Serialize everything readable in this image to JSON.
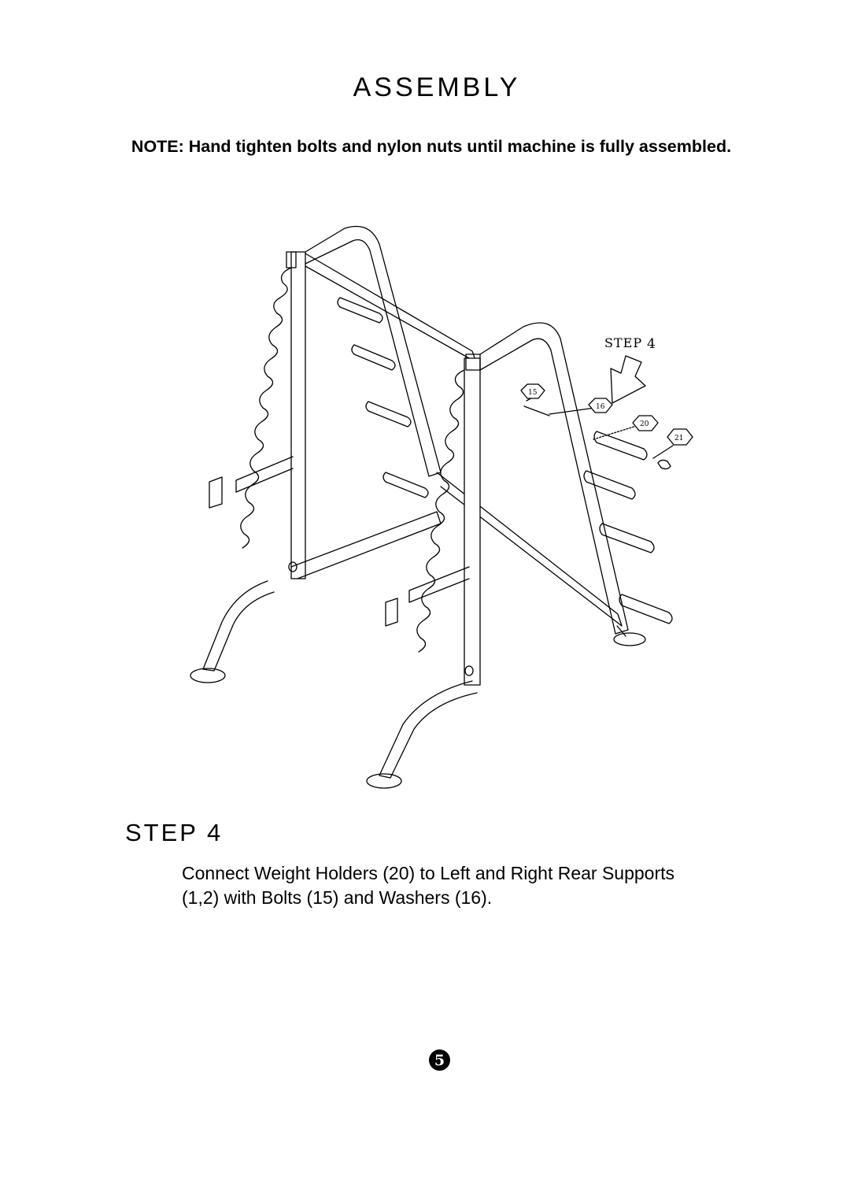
{
  "header": {
    "title": "ASSEMBLY",
    "note": "NOTE:  Hand tighten bolts and nylon nuts until machine is fully assembled."
  },
  "figure": {
    "step_label": "STEP",
    "step_number": "4",
    "callouts": [
      "15",
      "16",
      "20",
      "21"
    ]
  },
  "step": {
    "title": "STEP 4",
    "instruction_line1": "Connect Weight Holders (20) to Left and Right Rear Supports",
    "instruction_line2": "(1,2) with Bolts (15) and Washers (16)."
  },
  "footer": {
    "page_number": "5"
  }
}
